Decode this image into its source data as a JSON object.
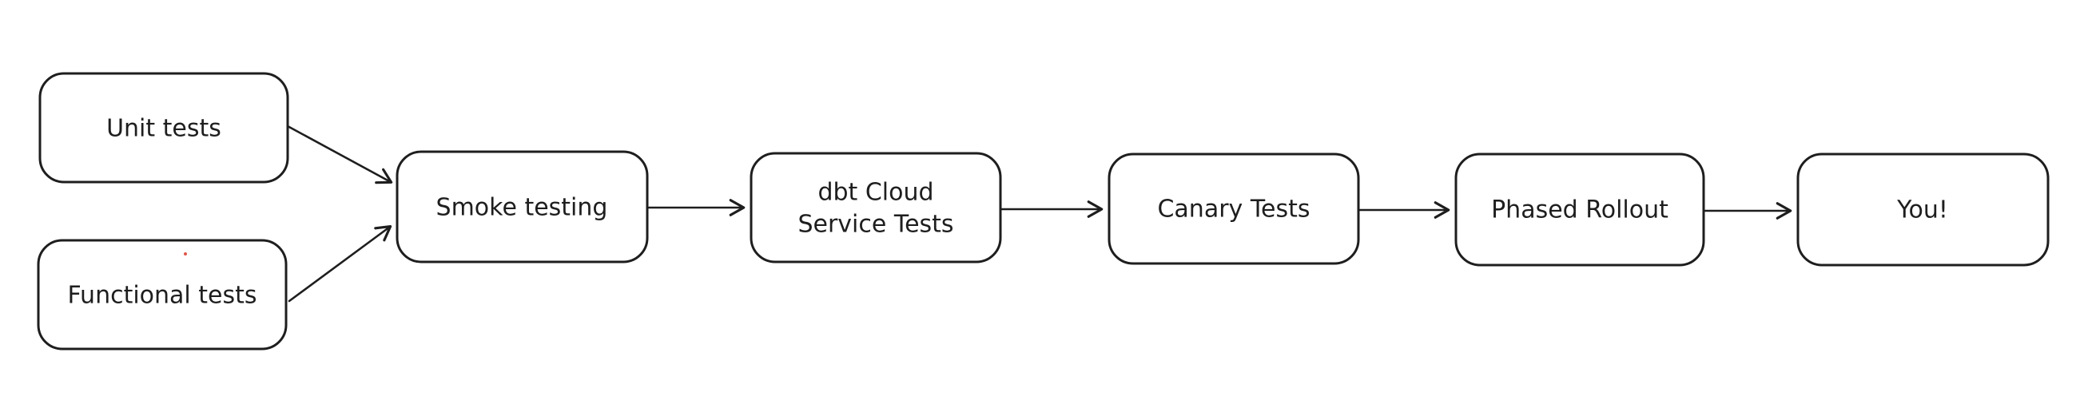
{
  "diagram": {
    "type": "flowchart",
    "style": "hand-drawn-whiteboard",
    "background_color": "#ffffff",
    "stroke_color": "#1e1e1e",
    "node_fill_color": "#ffffff",
    "stray_dot_color": "#e0564a",
    "nodes": [
      {
        "id": "unit-tests",
        "label": "Unit tests"
      },
      {
        "id": "functional-tests",
        "label": "Functional tests"
      },
      {
        "id": "smoke-testing",
        "label": "Smoke testing"
      },
      {
        "id": "dbt-cloud-service-tests",
        "label": "dbt Cloud Service Tests",
        "label_lines": [
          "dbt Cloud",
          "Service Tests"
        ]
      },
      {
        "id": "canary-tests",
        "label": "Canary Tests"
      },
      {
        "id": "phased-rollout",
        "label": "Phased Rollout"
      },
      {
        "id": "you",
        "label": "You!"
      }
    ],
    "edges": [
      {
        "from": "unit-tests",
        "to": "smoke-testing"
      },
      {
        "from": "functional-tests",
        "to": "smoke-testing"
      },
      {
        "from": "smoke-testing",
        "to": "dbt-cloud-service-tests"
      },
      {
        "from": "dbt-cloud-service-tests",
        "to": "canary-tests"
      },
      {
        "from": "canary-tests",
        "to": "phased-rollout"
      },
      {
        "from": "phased-rollout",
        "to": "you"
      }
    ]
  }
}
